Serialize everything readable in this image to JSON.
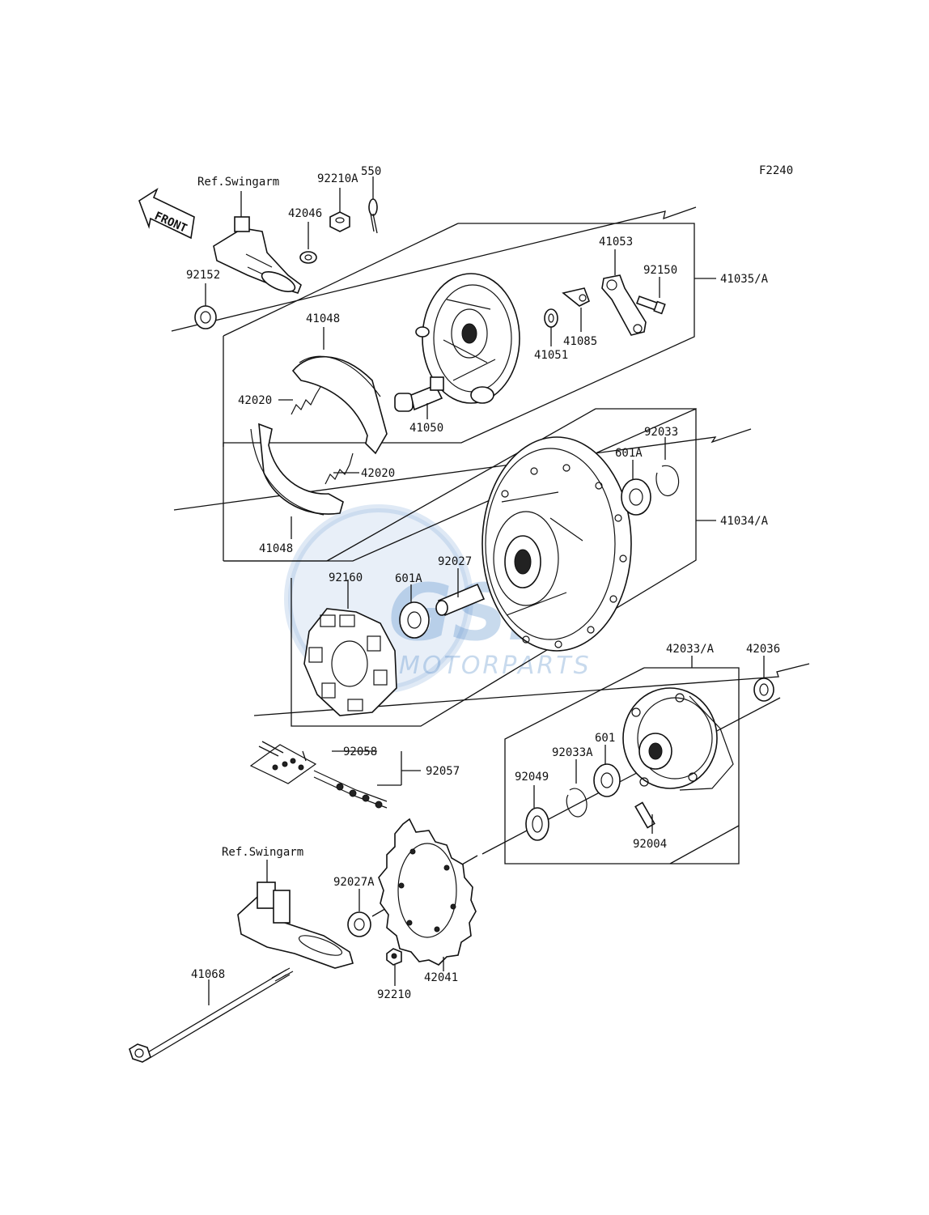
{
  "figure_code": "F2240",
  "front_label": "FRONT",
  "watermark": {
    "brand_big": "GSM",
    "brand_small": "MOTORPARTS",
    "color": "#4d86c7"
  },
  "references": {
    "swingarm_top": "Ref.Swingarm",
    "swingarm_bottom": "Ref.Swingarm"
  },
  "parts": {
    "p550": "550",
    "p92210A": "92210A",
    "p42046": "42046",
    "p92152": "92152",
    "p41048_top": "41048",
    "p41053": "41053",
    "p92150": "92150",
    "p41035A": "41035/A",
    "p41051": "41051",
    "p41085": "41085",
    "p42020_top": "42020",
    "p41050": "41050",
    "p42020_bot": "42020",
    "p41048_bot": "41048",
    "p92033": "92033",
    "p601A_right": "601A",
    "p41034A": "41034/A",
    "p92027": "92027",
    "p92160": "92160",
    "p601A_left": "601A",
    "p42033A": "42033/A",
    "p42036": "42036",
    "p92058": "92058",
    "p92057": "92057",
    "p601": "601",
    "p92033A": "92033A",
    "p92049": "92049",
    "p92004": "92004",
    "p92027A": "92027A",
    "p42041": "42041",
    "p92210": "92210",
    "p41068": "41068"
  }
}
